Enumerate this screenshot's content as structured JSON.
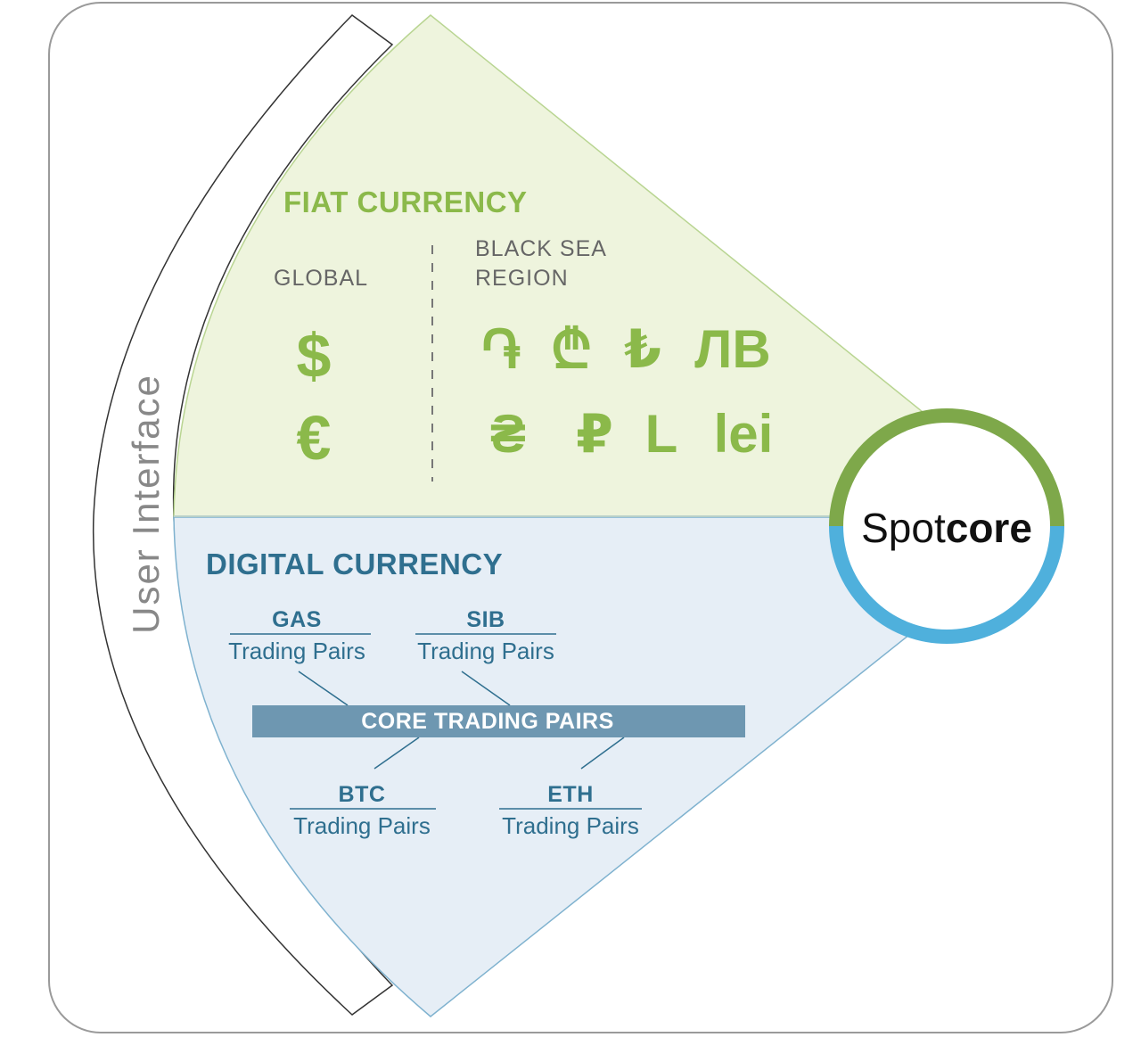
{
  "ui_layer": {
    "label": "User Interface"
  },
  "fiat": {
    "title": "FIAT CURRENCY",
    "global_label": "GLOBAL",
    "region_label_line1": "BLACK SEA",
    "region_label_line2": "REGION",
    "global_symbols": [
      "$",
      "€"
    ],
    "region_symbols_row1": [
      "֏",
      "₾",
      "₺",
      "ЛВ"
    ],
    "region_symbols_row2": [
      "₴",
      "₽",
      "L",
      "lei"
    ]
  },
  "digital": {
    "title": "DIGITAL CURRENCY",
    "pairs": [
      {
        "code": "GAS",
        "sub": "Trading Pairs"
      },
      {
        "code": "SIB",
        "sub": "Trading Pairs"
      },
      {
        "code": "BTC",
        "sub": "Trading Pairs"
      },
      {
        "code": "ETH",
        "sub": "Trading Pairs"
      }
    ],
    "core_label": "CORE TRADING PAIRS"
  },
  "brand": {
    "part1": "Spot",
    "part2": "core"
  },
  "colors": {
    "fiat_fill": "#eef4dd",
    "fiat_text": "#8bb94a",
    "digital_fill": "#e6eef6",
    "digital_text": "#2f6f8f",
    "core_bar": "#6e97b1",
    "ring_top": "#7ea84a",
    "ring_bottom": "#4fb0dc",
    "frame": "#9a9a9a"
  }
}
